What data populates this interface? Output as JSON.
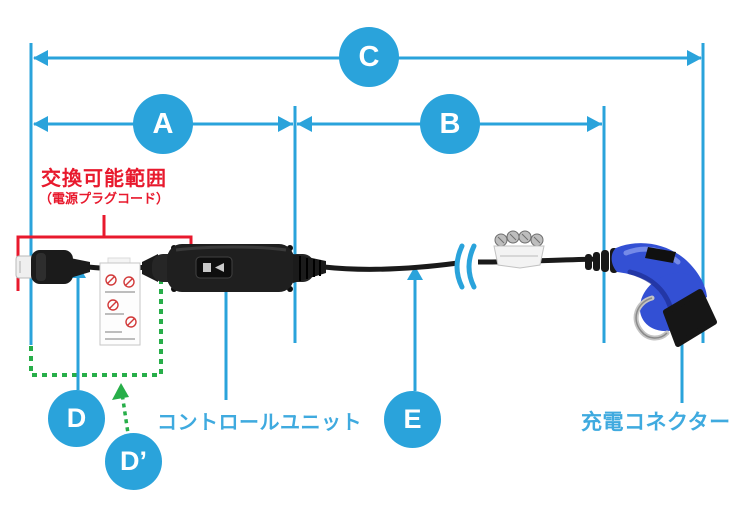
{
  "diagram": {
    "badges": {
      "a": "A",
      "b": "B",
      "c": "C",
      "d": "D",
      "d_prime": "D’",
      "e": "E"
    },
    "replaceable_range": {
      "title": "交換可能範囲",
      "subtitle": "（電源プラグコード）"
    },
    "labels": {
      "control_unit": "コントロールユニット",
      "charging_connector": "充電コネクター"
    },
    "colors": {
      "background": "#FFFFFF",
      "dimension_blue": "#2AA3DB",
      "label_blue": "#3FAADF",
      "warning_red": "#E8192D",
      "replaceable_green": "#27AE49",
      "connector_blue": "#3350D4",
      "cable_black": "#1A1A1A"
    }
  }
}
